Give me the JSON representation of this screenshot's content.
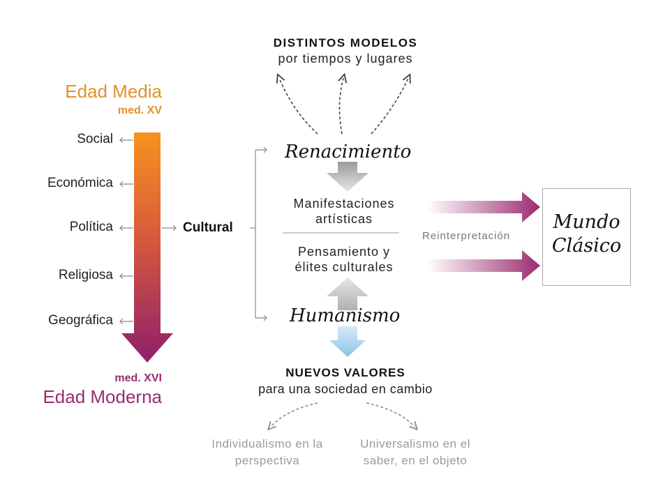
{
  "top": {
    "title": "DISTINTOS MODELOS",
    "subtitle": "por tiempos y lugares"
  },
  "timeline": {
    "start_label": "Edad Media",
    "start_date": "med. XV",
    "end_date": "med. XVI",
    "end_label": "Edad Moderna",
    "dimensions": [
      "Social",
      "Económica",
      "Política",
      "Religiosa",
      "Geográfica"
    ],
    "cultural_label": "Cultural",
    "gradient_colors": [
      "#f7931e",
      "#8e1f6b"
    ]
  },
  "center": {
    "renacimiento": "Renacimiento",
    "manifestaciones": [
      "Manifestaciones",
      "artísticas"
    ],
    "pensamiento": [
      "Pensamiento y",
      "élites culturales"
    ],
    "humanismo": "Humanismo"
  },
  "right": {
    "reinterpretacion": "Reinterpretación",
    "mundo": [
      "Mundo",
      "Clásico"
    ],
    "arrow_color": "#9b2b6e"
  },
  "bottom": {
    "title": "NUEVOS VALORES",
    "subtitle": "para una sociedad en cambio",
    "left_note": "Individualismo en la perspectiva",
    "right_note": "Universalismo en el saber, en el objeto"
  }
}
